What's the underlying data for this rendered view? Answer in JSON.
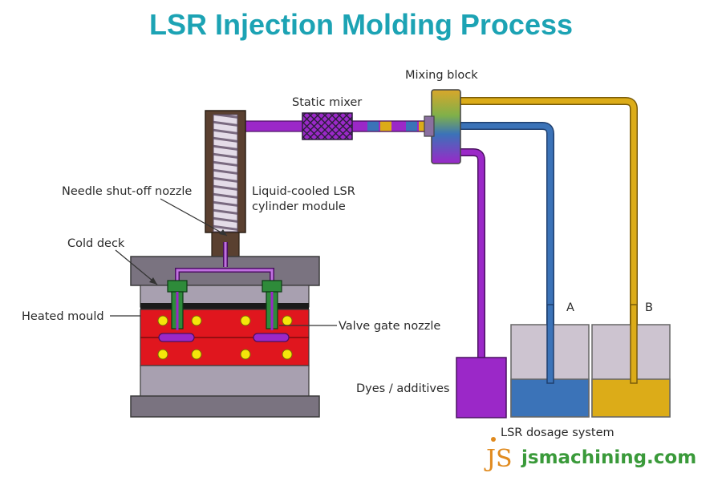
{
  "title": "LSR Injection Molding Process",
  "labels": {
    "mixing_block": "Mixing block",
    "static_mixer": "Static mixer",
    "needle_nozzle": "Needle shut-off nozzle",
    "cylinder_line1": "Liquid-cooled LSR",
    "cylinder_line2": "cylinder module",
    "cold_deck": "Cold deck",
    "heated_mould": "Heated mould",
    "valve_gate": "Valve gate nozzle",
    "dyes": "Dyes / additives",
    "dosage": "LSR dosage system",
    "tank_a": "A",
    "tank_b": "B"
  },
  "brand": {
    "logo": "JS",
    "site": "jsmachining.com"
  },
  "colors": {
    "title": "#1ca3b4",
    "purple": "#9b28c8",
    "blue": "#3b73b8",
    "gold": "#dcac18",
    "red": "#e0161e",
    "plate_gray": "#7a7380",
    "tank_gray": "#cdc4d0",
    "green": "#2e8b3a",
    "brand_orange": "#e08a1e",
    "brand_green": "#3a9a3a"
  }
}
